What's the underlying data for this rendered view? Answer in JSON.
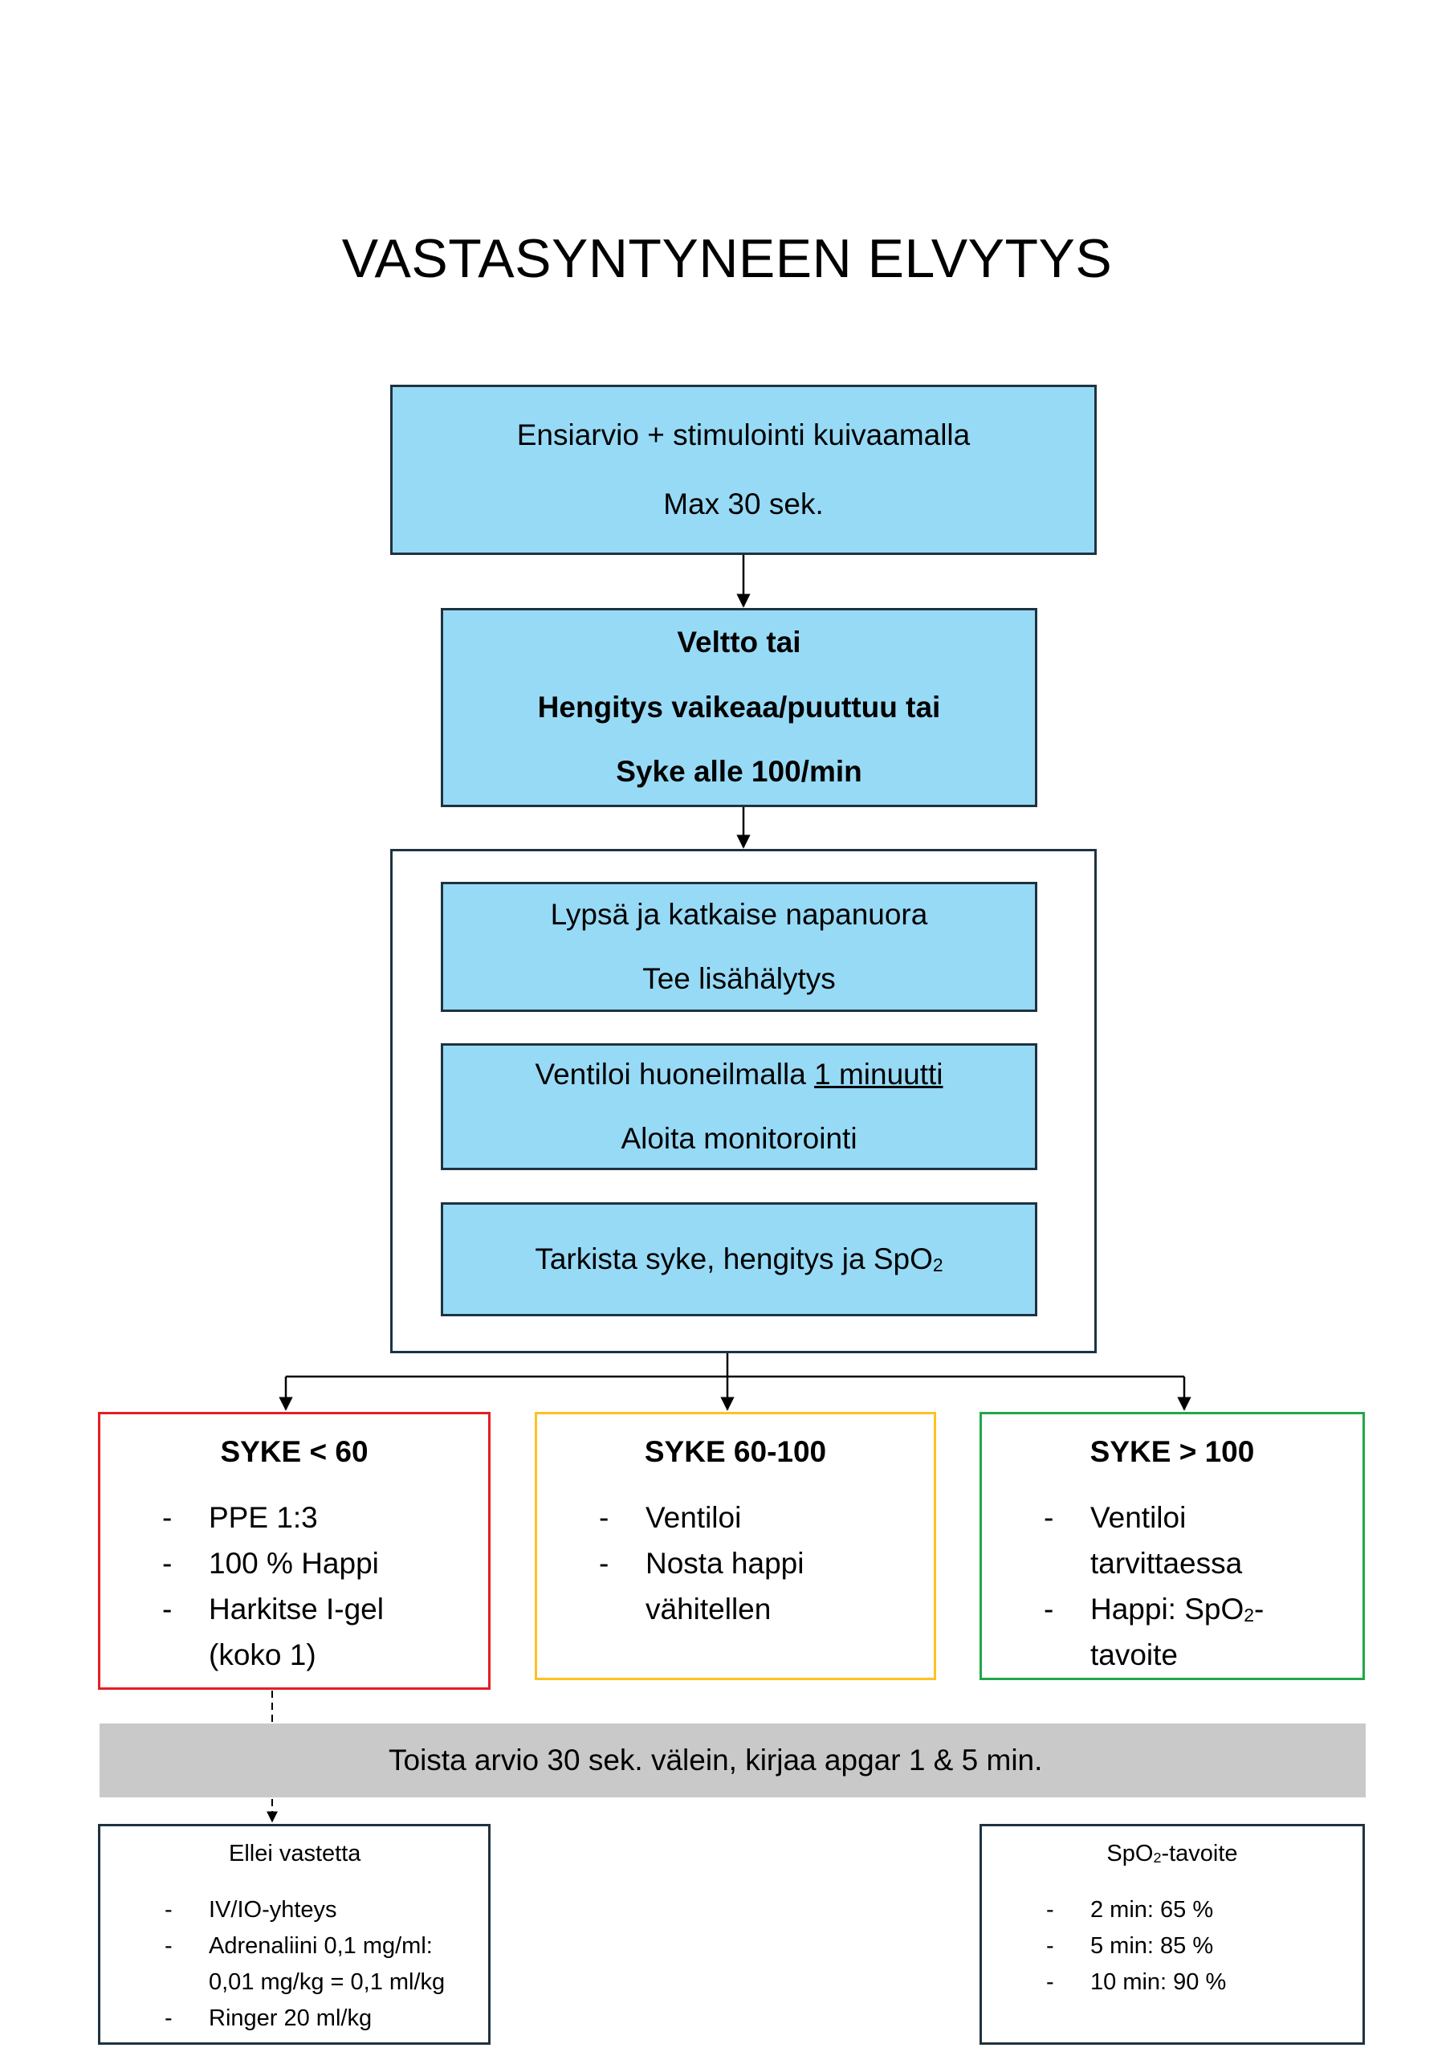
{
  "title": "VASTASYNTYNEEN ELVYTYS",
  "step1": {
    "line1": "Ensiarvio + stimulointi kuivaamalla",
    "line2": "Max 30 sek."
  },
  "step2": {
    "line1": "Veltto tai",
    "line2": "Hengitys vaikeaa/puuttuu tai",
    "line3": "Syke alle 100/min"
  },
  "step3": {
    "a": {
      "line1": "Lypsä ja katkaise napanuora",
      "line2": "Tee lisähälytys"
    },
    "b": {
      "line1_prefix": "Ventiloi huoneilmalla ",
      "line1_underlined": "1 minuutti",
      "line2": "Aloita monitorointi"
    },
    "c": {
      "text_prefix": "Tarkista syke, hengitys ja SpO",
      "text_sub": "2"
    }
  },
  "hr_low": {
    "heading": "SYKE < 60",
    "items": [
      "PPE 1:3",
      "100 % Happi",
      "Harkitse I-gel",
      "(koko 1)"
    ],
    "border_color": "#e41e26"
  },
  "hr_mid": {
    "heading": "SYKE 60-100",
    "items": [
      "Ventiloi",
      "Nosta happi",
      "vähitellen"
    ],
    "border_color": "#fdc121"
  },
  "hr_high": {
    "heading": "SYKE > 100",
    "items": [
      "Ventiloi",
      "tarvittaessa",
      "Happi: SpO",
      "2",
      "-",
      "tavoite"
    ],
    "border_color": "#20a64a"
  },
  "repeat_bar": "Toista arvio 30 sek. välein, kirjaa apgar 1 & 5 min.",
  "no_response": {
    "heading": "Ellei vastetta",
    "items": [
      "IV/IO-yhteys",
      "Adrenaliini 0,1 mg/ml:",
      "0,01 mg/kg = 0,1 ml/kg",
      "Ringer 20 ml/kg"
    ]
  },
  "spo2_target": {
    "heading_prefix": "SpO",
    "heading_sub": "2",
    "heading_suffix": "-tavoite",
    "items": [
      "2 min: 65 %",
      "5 min: 85 %",
      "10 min: 90 %"
    ]
  },
  "colors": {
    "box_fill": "#97daf6",
    "box_border": "#1f3240",
    "bar_fill": "#c9c9c9"
  }
}
